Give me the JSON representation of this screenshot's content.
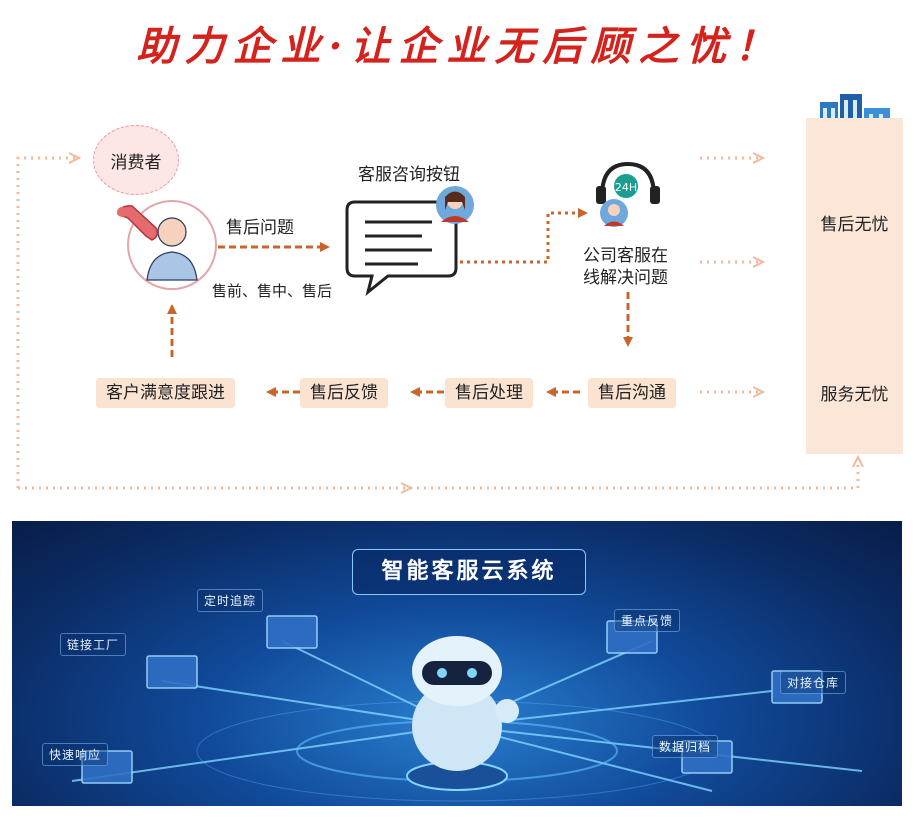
{
  "title": "助力企业·让企业无后顾之忧！",
  "flow": {
    "consumer": "消费者",
    "after_sales_issue": "售后问题",
    "stages": "售前、售中、售后",
    "button_label": "客服咨询按钮",
    "badge_24h": "24H",
    "online_line1": "公司客服在",
    "online_line2": "线解决问题",
    "steps": [
      "客户满意度跟进",
      "售后反馈",
      "售后处理",
      "售后沟通"
    ],
    "right_top": "售后无忧",
    "right_bottom": "服务无忧"
  },
  "banner": {
    "title": "智能客服云系统",
    "tags": [
      "定时追踪",
      "链接工厂",
      "快速响应",
      "重点反馈",
      "对接仓库",
      "数据归档"
    ]
  },
  "colors": {
    "title_red": "#d4231c",
    "arrow_orange": "#c9642a",
    "dotted_peach": "#f2b99a",
    "chip_bg": "#fbe3d2",
    "panel_bg": "#fbe6d8"
  }
}
